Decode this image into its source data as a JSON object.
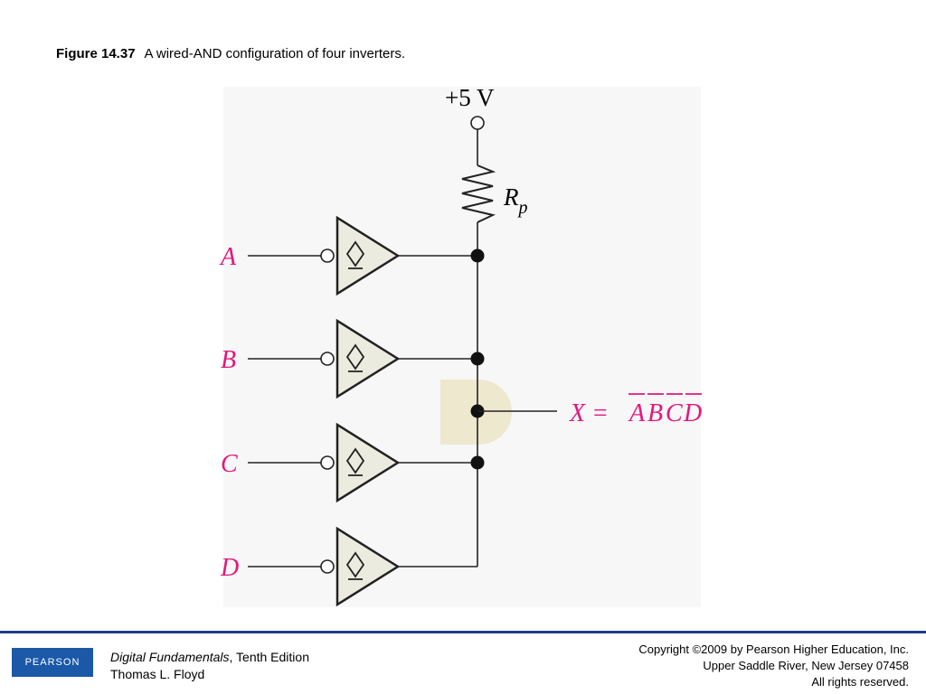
{
  "caption": {
    "figure_number": "Figure 14.37",
    "text": "A wired-AND configuration of four inverters."
  },
  "circuit": {
    "supply_label": "+5 V",
    "resistor_label": "R",
    "resistor_subscript": "p",
    "inputs": [
      "A",
      "B",
      "C",
      "D"
    ],
    "output_prefix": "X = ",
    "output_expression": [
      "A",
      "B",
      "C",
      "D"
    ],
    "input_color": "#e3177d"
  },
  "footer": {
    "logo_text": "PEARSON",
    "book_title": "Digital Fundamentals",
    "edition": ", Tenth Edition",
    "author": "Thomas L. Floyd",
    "copyright_line1": "Copyright ©2009 by Pearson Higher Education, Inc.",
    "copyright_line2": "Upper Saddle River, New Jersey 07458",
    "copyright_line3": "All rights reserved."
  }
}
